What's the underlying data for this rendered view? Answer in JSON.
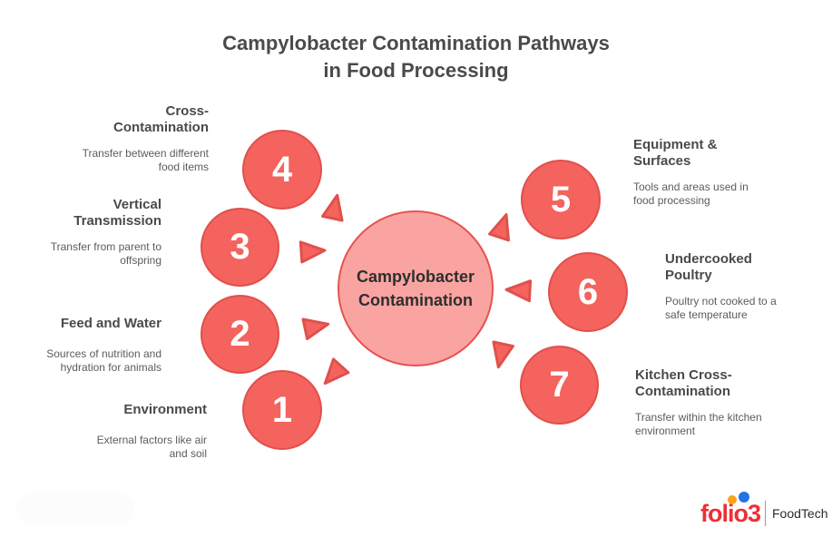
{
  "title": {
    "line1": "Campylobacter Contamination Pathways",
    "line2": "in Food Processing"
  },
  "center": {
    "line1": "Campylobacter",
    "line2": "Contamination"
  },
  "nodes": [
    {
      "number": "1",
      "title": "Environment",
      "description": "External factors like air and soil"
    },
    {
      "number": "2",
      "title": "Feed and Water",
      "description": "Sources of nutrition and hydration for animals"
    },
    {
      "number": "3",
      "title": "Vertical Transmission",
      "description": "Transfer from parent to offspring"
    },
    {
      "number": "4",
      "title": "Cross-Contamination",
      "description": "Transfer between different food items"
    },
    {
      "number": "5",
      "title": "Equipment & Surfaces",
      "description": "Tools and areas used in food processing"
    },
    {
      "number": "6",
      "title": "Undercooked Poultry",
      "description": "Poultry not cooked to a safe temperature"
    },
    {
      "number": "7",
      "title": "Kitchen Cross-Contamination",
      "description": "Transfer within the kitchen environment"
    }
  ],
  "logo": {
    "brand": "folio3",
    "division": "FoodTech"
  },
  "colors": {
    "node_fill": "#f4635e",
    "node_border": "#e0504c",
    "center_fill": "#f9a4a1",
    "center_border": "#e8514e",
    "title_text": "#4a4a4a",
    "desc_text": "#5c5c5c",
    "number_text": "#ffffff",
    "center_text": "#2e2e2e",
    "logo_red": "#ee2f36",
    "dot_orange": "#f9a21b",
    "dot_blue": "#2273e6",
    "division_text": "#2b2b2b"
  }
}
